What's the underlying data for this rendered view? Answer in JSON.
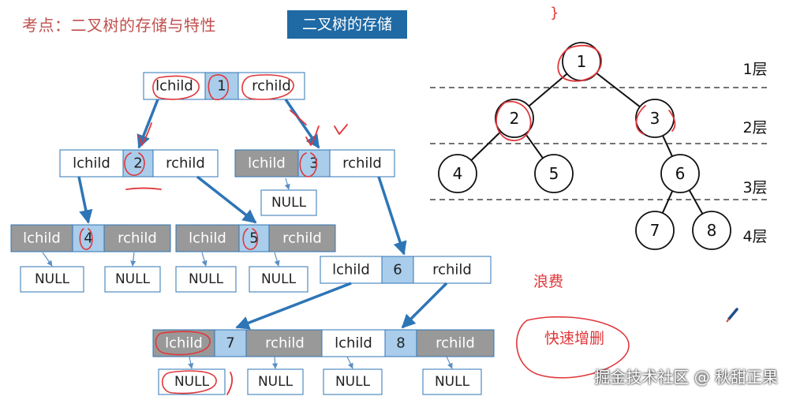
{
  "header": {
    "title": "考点：二叉树的存储与特性",
    "badge": "二叉树的存储"
  },
  "linked": {
    "field_left": "lchild",
    "field_right": "rchild",
    "null_label": "NULL",
    "nodes": [
      "1",
      "2",
      "3",
      "4",
      "5",
      "6",
      "7",
      "8"
    ]
  },
  "tree": {
    "nodes": [
      "1",
      "2",
      "3",
      "4",
      "5",
      "6",
      "7",
      "8"
    ],
    "edges": [
      [
        "1",
        "2"
      ],
      [
        "1",
        "3"
      ],
      [
        "2",
        "4"
      ],
      [
        "2",
        "5"
      ],
      [
        "3",
        "6"
      ],
      [
        "6",
        "7"
      ],
      [
        "6",
        "8"
      ]
    ],
    "levels": [
      "1层",
      "2层",
      "3层",
      "4层"
    ]
  },
  "annotations": {
    "waste": "浪费",
    "fast_edit": "快速增删",
    "brace": "}"
  },
  "watermark": "掘金技术社区 @ 秋甜正果",
  "colors": {
    "title_red": "#c0504d",
    "badge_blue": "#1f6aa5",
    "cell_light": "#ffffff",
    "cell_gray": "#999999",
    "data_cell": "#a9cdeb",
    "border_blue": "#2e75b6",
    "arrow_blue": "#2e75b6",
    "ink_red": "#e0373b"
  }
}
